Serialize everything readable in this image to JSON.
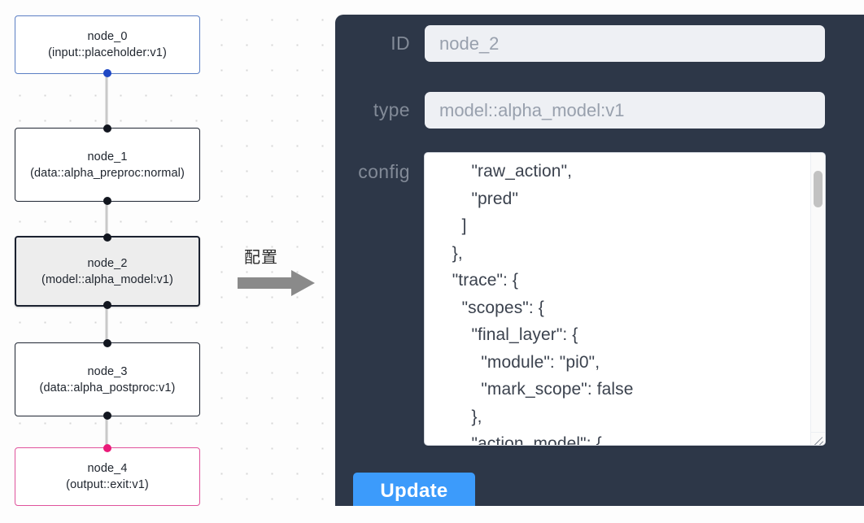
{
  "graph": {
    "nodes": [
      {
        "id": "node_0",
        "type_line": "(input::placeholder:v1)",
        "kind": "input",
        "selected": false
      },
      {
        "id": "node_1",
        "type_line": "(data::alpha_preproc:normal)",
        "kind": "default",
        "selected": false
      },
      {
        "id": "node_2",
        "type_line": "(model::alpha_model:v1)",
        "kind": "default",
        "selected": true
      },
      {
        "id": "node_3",
        "type_line": "(data::alpha_postproc:v1)",
        "kind": "default",
        "selected": false
      },
      {
        "id": "node_4",
        "type_line": "(output::exit:v1)",
        "kind": "output",
        "selected": false
      }
    ],
    "edges": [
      {
        "from": "node_0",
        "to": "node_1"
      },
      {
        "from": "node_1",
        "to": "node_2"
      },
      {
        "from": "node_2",
        "to": "node_3"
      },
      {
        "from": "node_3",
        "to": "node_4"
      }
    ],
    "colors": {
      "input_border": "#5b7fc4",
      "output_border": "#e0539c",
      "default_border": "#1f2633",
      "selected_fill": "#ededed",
      "edge": "#c9c9c9",
      "handle": "#12161f",
      "handle_blue": "#1f48c4",
      "handle_pink": "#ea1b79",
      "grid_dot": "#d6d6d6"
    }
  },
  "annotation": {
    "caption": "配置",
    "arrow_icon": "right-arrow-icon",
    "arrow_color": "#8a8a8a"
  },
  "panel": {
    "background": "#2d3748",
    "fields": {
      "id": {
        "label": "ID",
        "value": "node_2",
        "placeholder": "node_2"
      },
      "type": {
        "label": "type",
        "value": "model::alpha_model:v1",
        "placeholder": "model::alpha_model:v1"
      },
      "config": {
        "label": "config",
        "value": "        \"raw_action\",\n        \"pred\"\n      ]\n    },\n    \"trace\": {\n      \"scopes\": {\n        \"final_layer\": {\n          \"module\": \"pi0\",\n          \"mark_scope\": false\n        },\n        \"action_model\": {",
        "scroll_position": "middle"
      }
    },
    "update_button": {
      "label": "Update",
      "color": "#3c9bfb"
    },
    "label_color": "#828a97",
    "field_fill": "#eef0f4",
    "field_text_color": "#98a0ad"
  }
}
